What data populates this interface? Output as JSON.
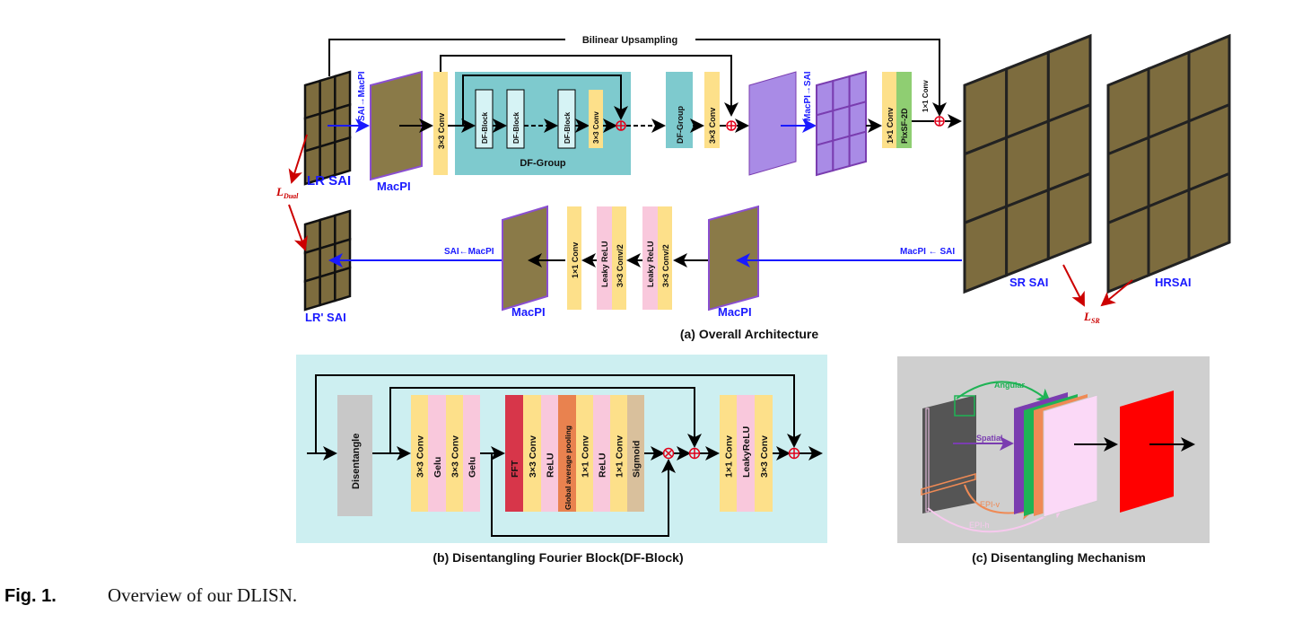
{
  "a": {
    "caption": "(a) Overall Architecture",
    "bilinear": "Bilinear Upsampling",
    "lr_sai": "LR SAI",
    "sai_to_macpi": "SAI→MacPI",
    "macpi": "MacPI",
    "conv3": "3×3  Conv",
    "df_block": "DF-Block",
    "df_group": "DF-Group",
    "macpi_to_sai": "MacPI→SAI",
    "conv1": "1×1  Conv",
    "pixsf": "PixSF-2D",
    "sr_sai": "SR SAI",
    "hrsai": "HRSAI",
    "l_sr": {
      "main": "L",
      "sub": "SR"
    },
    "l_dual": {
      "main": "L",
      "sub": "Dual"
    },
    "lr_prime_sai": "LR' SAI",
    "sai_from_macpi": "SAI←MacPI",
    "macpi_from_sai": "MacPI ← SAI",
    "leaky_relu": "Leaky ReLU",
    "conv3_half": "3×3 Conv/2"
  },
  "b": {
    "caption": "(b) Disentangling Fourier Block(DF-Block)",
    "disentangle": "Disentangle",
    "conv3": "3×3 Conv",
    "gelu": "Gelu",
    "fft": "FFT",
    "relu": "ReLU",
    "gap": "Global average pooling",
    "conv1": "1×1 Conv",
    "sigmoid": "Sigmoid",
    "leakyrelu": "LeakyReLU"
  },
  "c": {
    "caption": "(c) Disentangling Mechanism",
    "angular": "Angular",
    "spatial": "Spatial",
    "epi_v": "EPI-v",
    "epi_h": "EPI-h"
  },
  "figure": {
    "label": "Fig. 1.",
    "text": "Overview of our DLISN."
  },
  "colors": {
    "conv": "#fde08a",
    "act": "#f9c8dc",
    "teal": "#7ecace",
    "fft": "#d7364a",
    "gap": "#e9824f",
    "sigmoid": "#d9c09c",
    "pixsf": "#8fce72",
    "purple": "#a98be6",
    "blue_arrow": "#1a1aff",
    "loss": "#cc0000",
    "panel_b": "#cdeff1",
    "panel_c": "#cfcfcf"
  }
}
